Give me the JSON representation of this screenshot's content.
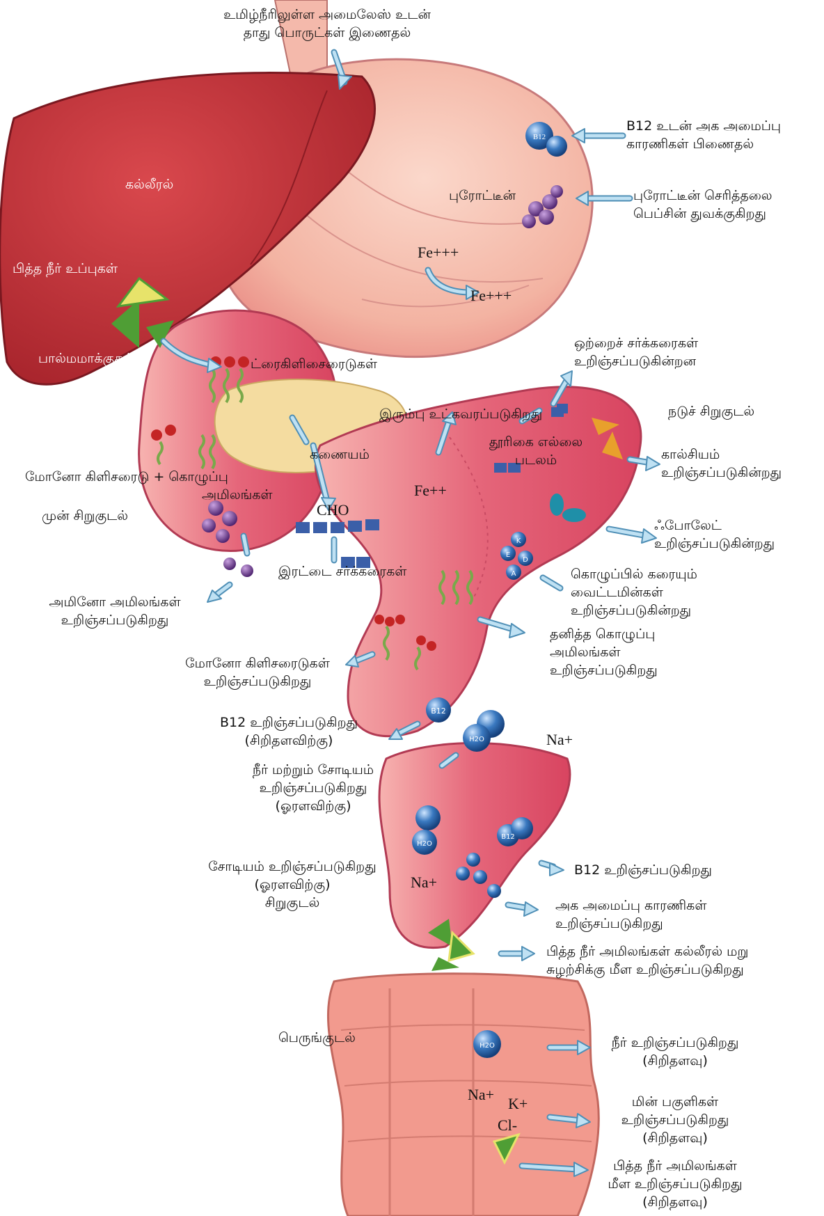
{
  "labels": {
    "saliva_mix": [
      "உமிழ்நீரிலுள்ள அமைலேஸ் உடன்",
      "தாது பொருட்கள் இணைதல்"
    ],
    "b12_binding": [
      "B12 உடன் அக அமைப்பு",
      "காரணிகள் பிணைதல்"
    ],
    "liver": "கல்லீரல்",
    "protein": "புரோட்டீன்",
    "pepsin": [
      "புரோட்டீன் செரித்தலை",
      "பெப்சின் துவக்குகிறது"
    ],
    "fe3_top": "Fe+++",
    "fe3_mid": "Fe+++",
    "bile_salts": "பித்த நீர் உப்புகள்",
    "emulsification": "பால்மமாக்குதல்",
    "triglycerides": "ட்ரைகிளிசைரைடுகள்",
    "monosaccharides": [
      "ஒற்றைச் சர்க்கரைகள்",
      "உறிஞ்சப்படுகின்றன"
    ],
    "iron_absorbed": "இரும்பு உட்கவரப்படுகிறது",
    "jejunum": "நடுச் சிறுகுடல்",
    "brush_border": [
      "தூரிகை எல்லை",
      "படலம்"
    ],
    "calcium": [
      "கால்சியம்",
      "உறிஞ்சப்படுகின்றது"
    ],
    "pancreas": "கணையம்",
    "mono_plus_fatty": "மோனோ கிளிசரைடு  +  கொழுப்பு",
    "acids": "அமிலங்கள்",
    "fe2": "Fe++",
    "duodenum": "முன் சிறுகுடல்",
    "cho": "CHO",
    "folate": [
      "ஃபோலேட்",
      "உறிஞ்சப்படுகின்றது"
    ],
    "disaccharides": "இரட்டை சர்க்கரைகள்",
    "fat_vitamins": [
      "கொழுப்பில் கரையும்",
      "வைட்டமின்கள்",
      "உறிஞ்சப்படுகின்றது"
    ],
    "amino_acids": [
      "அமினோ அமிலங்கள்",
      "உறிஞ்சப்படுகிறது"
    ],
    "free_fatty": [
      "தனித்த கொழுப்பு",
      "அமிலங்கள்",
      "உறிஞ்சப்படுகிறது"
    ],
    "monoglycerides": [
      "மோனோ கிளிசரைடுகள்",
      "உறிஞ்சப்படுகிறது"
    ],
    "b12_small": [
      "B12 உறிஞ்சப்படுகிறது",
      "(சிறிதளவிற்கு)"
    ],
    "na_jejunum": "Na+",
    "water_sodium": [
      "நீர் மற்றும் சோடியம்",
      "உறிஞ்சப்படுகிறது",
      "(ஓரளவிற்கு)"
    ],
    "sodium_ileum": [
      "சோடியம் உறிஞ்சப்படுகிறது",
      "(ஓரளவிற்கு)",
      "சிறுகுடல்"
    ],
    "na_ileum": "Na+",
    "b12_ileum": "B12 உறிஞ்சப்படுகிறது",
    "intrinsic": [
      "அக அமைப்பு காரணிகள்",
      "உறிஞ்சப்படுகிறது"
    ],
    "bile_recirc": [
      "பித்த நீர் அமிலங்கள் கல்லீரல் மறு",
      "சுழற்சிக்கு மீள உறிஞ்சப்படுகிறது"
    ],
    "large_intestine": "பெருங்குடல்",
    "water_large": [
      "நீர் உறிஞ்சப்படுகிறது",
      "(சிறிதளவு)"
    ],
    "na_large": "Na+",
    "k_large": "K+",
    "cl_large": "Cl-",
    "electrolytes": [
      "மின் பகுளிகள்",
      "உறிஞ்சப்படுகிறது",
      "(சிறிதளவு)"
    ],
    "bile_large": [
      "பித்த நீர் அமிலங்கள்",
      "மீள உறிஞ்சப்படுகிறது",
      "(சிறிதளவு)"
    ]
  },
  "molecules": {
    "b12": "B12",
    "water": "H2O",
    "k": "K",
    "e": "E",
    "d": "D",
    "a": "A"
  },
  "colors": {
    "liver": "#c8333a",
    "liver_dark": "#9c1f27",
    "stomach": "#f3b7a5",
    "intestine": "#e6677b",
    "pancreas": "#f4dca0",
    "arrow": "#bfe1f3",
    "arrow_edge": "#4f8fb6",
    "bile_green": "#4f9e35",
    "bile_yellow": "#e7e36a",
    "protein": "#6a3b86",
    "cho": "#3b5fa8",
    "calcium": "#e8a02c",
    "folate": "#1f8fa8",
    "vitamin": "#3f6fb5",
    "fat_red": "#c42424",
    "fat_green": "#79a94a",
    "water": "#2a6fb0"
  }
}
